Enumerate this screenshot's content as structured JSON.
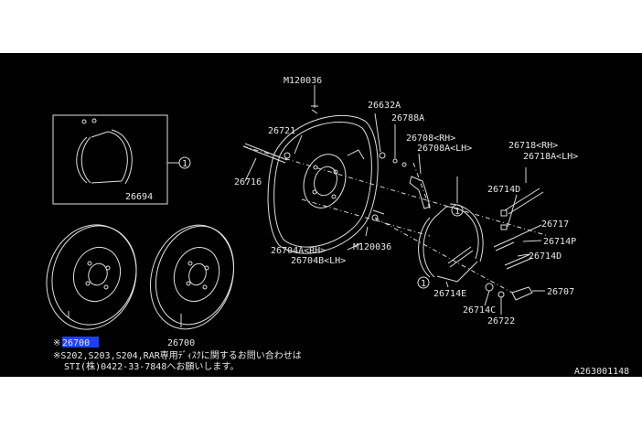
{
  "diagram": {
    "bg_color": "#000000",
    "line_color": "#e0e0e0",
    "highlight_color": "#1f3fff",
    "labels": {
      "m120036_top": "M120036",
      "p26632a": "26632A",
      "p26788a": "26788A",
      "p26721": "26721",
      "p26708rh": "26708<RH>",
      "p26708alh": "26708A<LH>",
      "p26718rh": "26718<RH>",
      "p26718alh": "26718A<LH>",
      "p26716": "26716",
      "p26714d_a": "26714D",
      "p26694": "26694",
      "p26717": "26717",
      "p26714p": "26714P",
      "p26714d_b": "26714D",
      "p26704arh": "26704A<RH>",
      "p26704blh": "26704B<LH>",
      "m120036_bot": "M120036",
      "p26714e": "26714E",
      "p26707": "26707",
      "p26714c": "26714C",
      "p26722": "26722",
      "p26700_right": "26700",
      "p26700_left": "26700",
      "highlight_mark": "※",
      "circle_one": "1"
    },
    "notes": {
      "line1": "※S202,S203,S204,RAR専用ﾃﾞｨｽｸに関するお問い合わせは",
      "line2": "STI(株)0422-33-7848へお願いします。",
      "diagram_code": "A263001148"
    }
  }
}
